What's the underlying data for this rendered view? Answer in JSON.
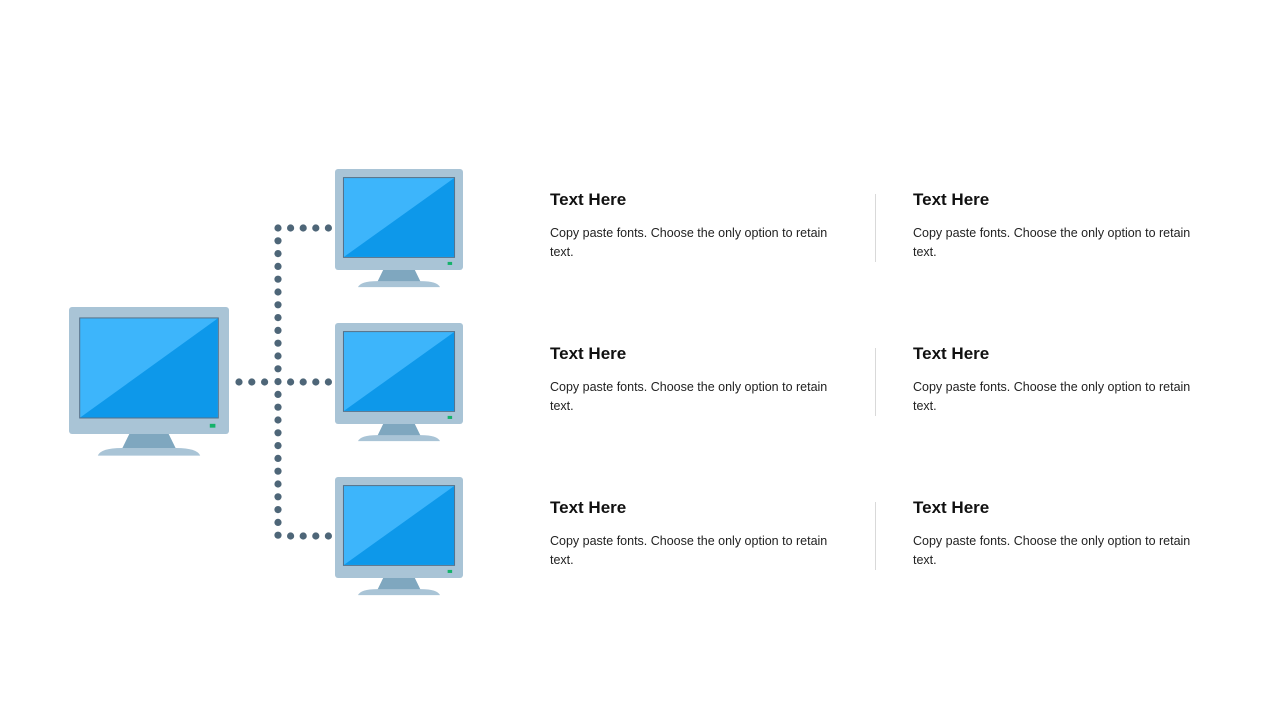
{
  "colors": {
    "monitor_frame": "#a9c4d6",
    "monitor_stand": "#7fa7bf",
    "screen_light": "#3db5fb",
    "screen_dark": "#0d98ea",
    "screen_border": "#53708a",
    "led": "#14b26a",
    "connector": "#4e6678",
    "divider": "#d9d9d9"
  },
  "diagram": {
    "main": {
      "icon": "monitor-icon"
    },
    "clients": [
      {
        "icon": "monitor-icon"
      },
      {
        "icon": "monitor-icon"
      },
      {
        "icon": "monitor-icon"
      }
    ]
  },
  "rows": [
    {
      "left": {
        "title": "Text Here",
        "body": "Copy paste fonts. Choose the only option to retain text."
      },
      "right": {
        "title": "Text Here",
        "body": "Copy paste fonts. Choose the only option to retain text."
      }
    },
    {
      "left": {
        "title": "Text Here",
        "body": "Copy paste fonts. Choose the only option to retain text."
      },
      "right": {
        "title": "Text Here",
        "body": "Copy paste fonts. Choose the only option to retain text."
      }
    },
    {
      "left": {
        "title": "Text Here",
        "body": "Copy paste fonts. Choose the only option to retain text."
      },
      "right": {
        "title": "Text Here",
        "body": "Copy paste fonts. Choose the only option to retain text."
      }
    }
  ]
}
